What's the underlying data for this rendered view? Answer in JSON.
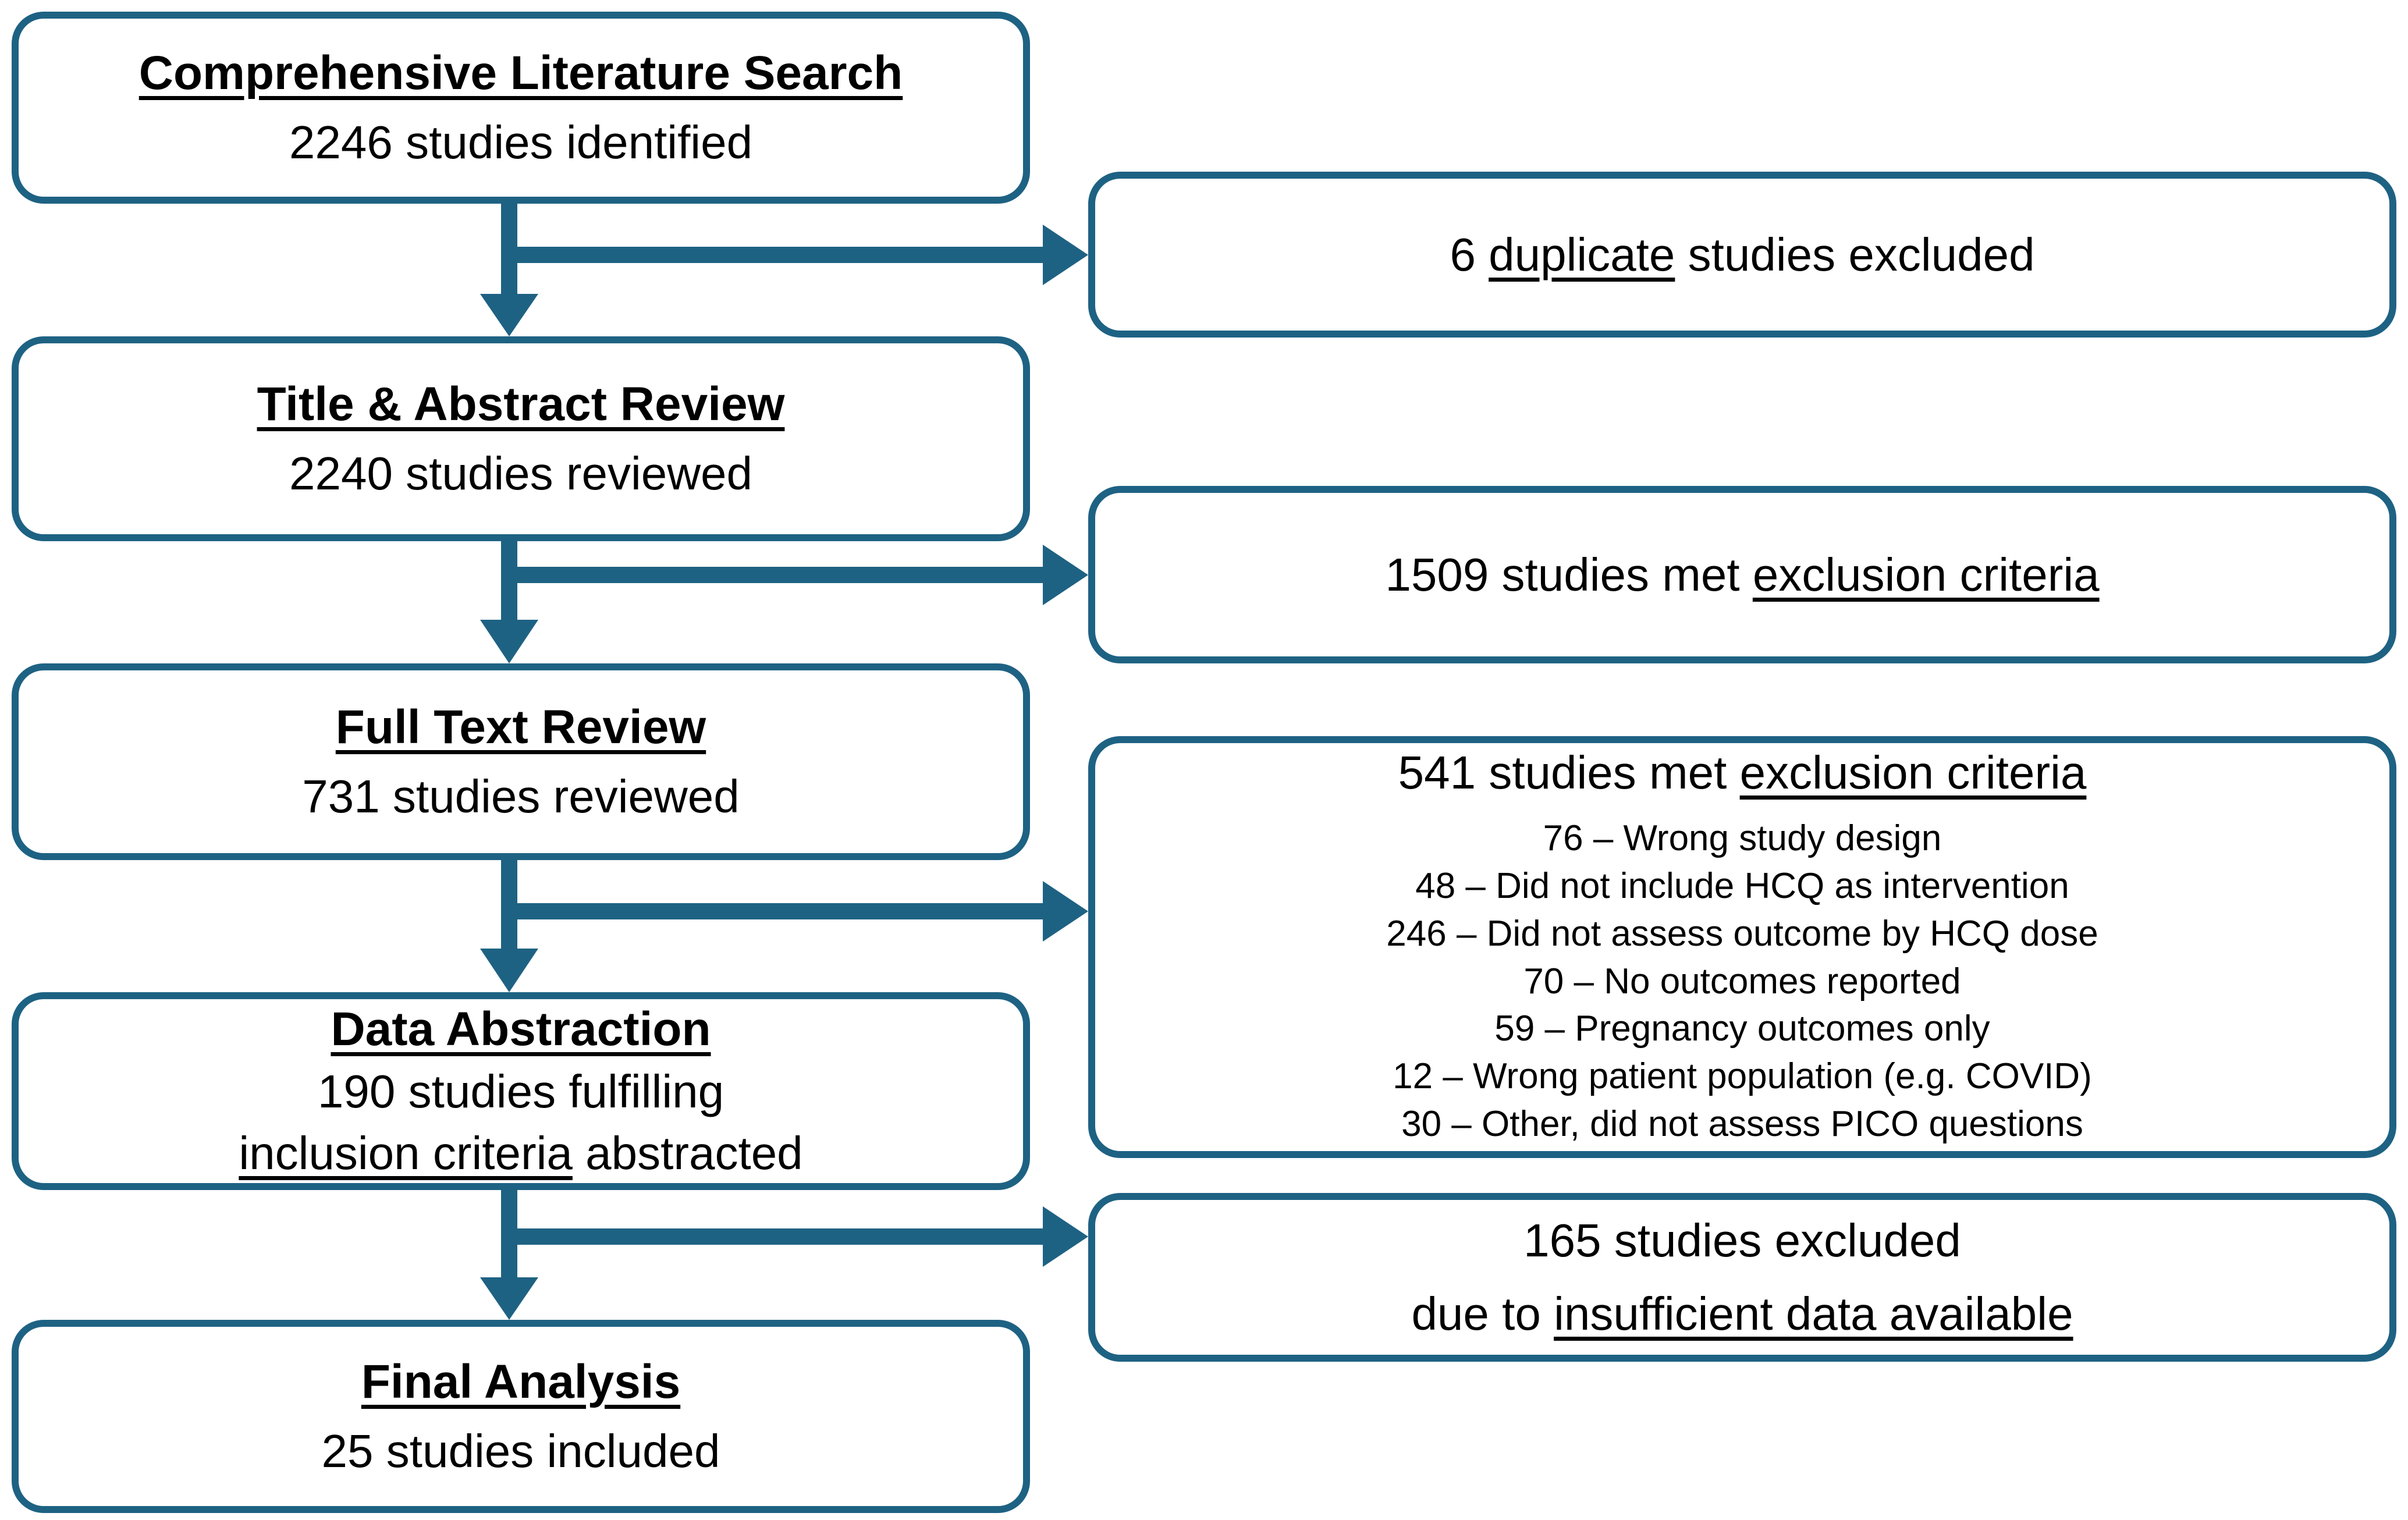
{
  "colors": {
    "accent": "#1E6283",
    "box_fill": "#FFFFFF",
    "text": "#000000"
  },
  "flow": {
    "steps": [
      {
        "heading": "Comprehensive Literature Search",
        "body": "2246 studies identified"
      },
      {
        "heading": "Title & Abstract Review",
        "body": "2240 studies reviewed"
      },
      {
        "heading": "Full Text Review",
        "body": "731 studies reviewed"
      },
      {
        "heading": "Data Abstraction",
        "body_line1": "190 studies fulfilling",
        "body_line2_underlined": "inclusion criteria",
        "body_line2_rest": " abstracted"
      },
      {
        "heading": "Final Analysis",
        "body": "25 studies included"
      }
    ],
    "exclusions": [
      {
        "pre": "6 ",
        "underlined": "duplicate",
        "post": " studies excluded"
      },
      {
        "pre": "1509 studies met ",
        "underlined": "exclusion criteria",
        "post": ""
      },
      {
        "pre": "541 studies met ",
        "underlined": "exclusion criteria",
        "post": "",
        "reasons": [
          "76 – Wrong study design",
          "48 – Did not include HCQ as intervention",
          "246 – Did not assess outcome by HCQ dose",
          "70 – No outcomes reported",
          "59 – Pregnancy outcomes only",
          "12 – Wrong patient population (e.g. COVID)",
          "30 – Other, did not assess PICO questions"
        ]
      },
      {
        "line1": "165 studies excluded",
        "pre": "due to ",
        "underlined": "insufficient data available",
        "post": ""
      }
    ]
  }
}
